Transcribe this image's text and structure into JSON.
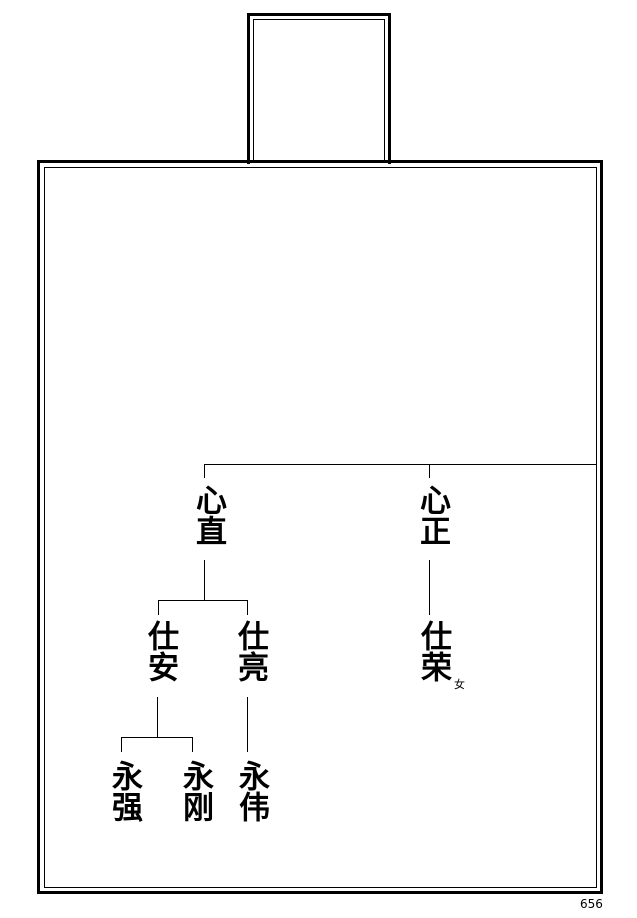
{
  "tree": {
    "gen1": [
      {
        "name": "心直"
      },
      {
        "name": "心正"
      }
    ],
    "gen2": [
      {
        "name": "仕安"
      },
      {
        "name": "仕亮"
      },
      {
        "name": "仕荣",
        "note": "女"
      }
    ],
    "gen3": [
      {
        "name": "永强"
      },
      {
        "name": "永刚"
      },
      {
        "name": "永伟"
      }
    ]
  },
  "page_number": "656"
}
